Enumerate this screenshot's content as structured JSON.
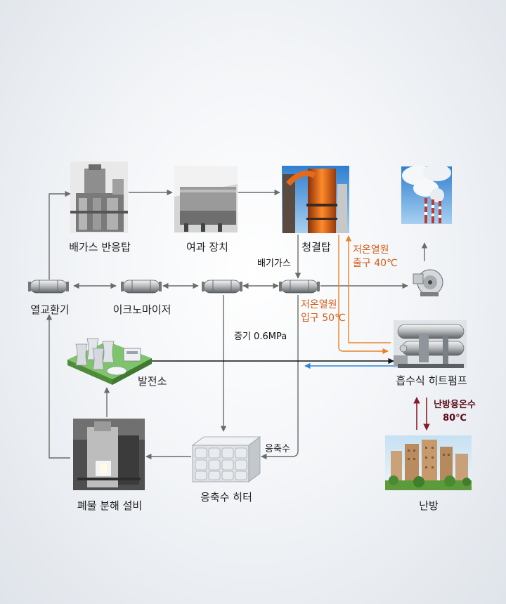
{
  "nodes": {
    "flue_reactor": "배가스 반응탑",
    "filter": "여과 장치",
    "scrubber": "청결탑",
    "heat_exchanger": "열교환기",
    "economizer": "이크노마이저",
    "power_plant": "발전소",
    "heat_pump": "흡수식 히트펌프",
    "waste_facility": "폐물 분해 설비",
    "condensate_heater": "응축수 히터",
    "heating": "난방"
  },
  "flows": {
    "exhaust_gas": "배기가스",
    "steam": "증기 0.6MPa",
    "condensate": "응축수",
    "low_temp_out_1": "저온열원",
    "low_temp_out_2": "출구 40℃",
    "low_temp_in_1": "저온열원",
    "low_temp_in_2": "입구 50℃",
    "heating_water_1": "난방용온수",
    "heating_water_2": "80℃"
  },
  "colors": {
    "process_line": "#6b6b6b",
    "low_temp_line": "#e8832a",
    "return_line": "#2a86d6",
    "power_line": "#111111",
    "heating_line": "#8b1a2b"
  }
}
